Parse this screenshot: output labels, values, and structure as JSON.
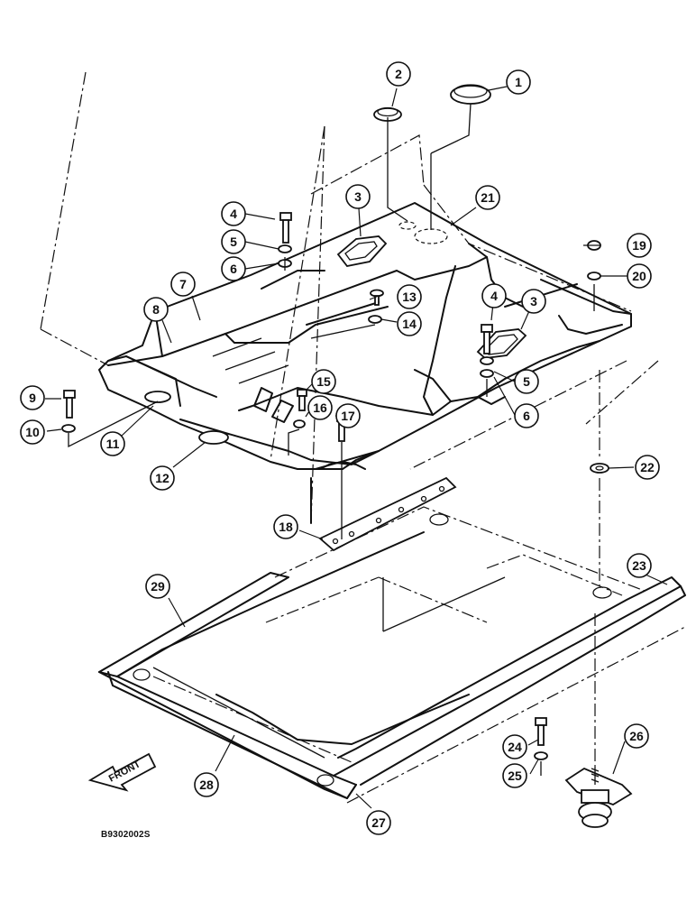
{
  "diagram": {
    "image_code": "B9302002S",
    "front_label": "FRONT",
    "callouts": [
      "1",
      "2",
      "3",
      "3",
      "4",
      "4",
      "5",
      "5",
      "6",
      "6",
      "7",
      "8",
      "9",
      "10",
      "11",
      "12",
      "13",
      "14",
      "15",
      "16",
      "17",
      "18",
      "19",
      "20",
      "21",
      "22",
      "23",
      "24",
      "25",
      "26",
      "27",
      "28",
      "29"
    ]
  }
}
